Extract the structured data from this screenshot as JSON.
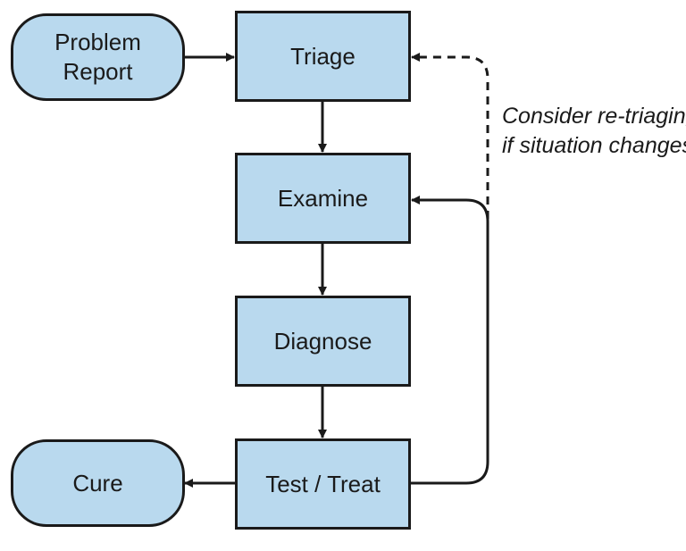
{
  "nodes": {
    "problem_report": "Problem\nReport",
    "triage": "Triage",
    "examine": "Examine",
    "diagnose": "Diagnose",
    "test_treat": "Test / Treat",
    "cure": "Cure"
  },
  "annotation": {
    "line1": "Consider re-triaging",
    "line2": "if situation changes"
  },
  "colors": {
    "node_fill": "#b9d9ee",
    "stroke": "#1a1a1a"
  }
}
